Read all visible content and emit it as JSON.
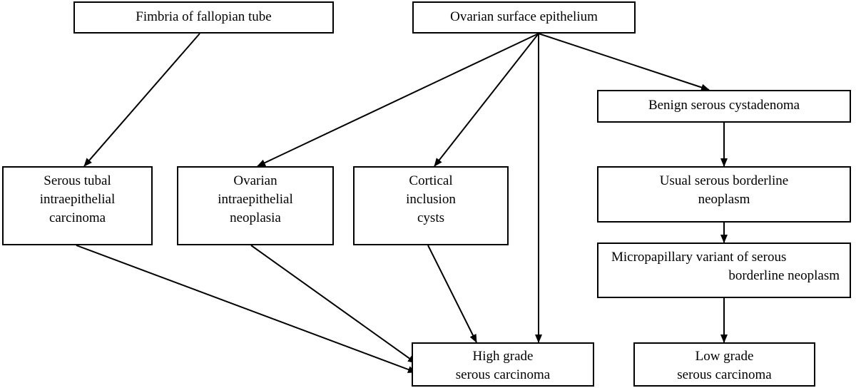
{
  "nodes": {
    "fimbria": {
      "lines": [
        "Fimbria of fallopian tube"
      ]
    },
    "ose": {
      "lines": [
        "Ovarian surface epithelium"
      ]
    },
    "stic": {
      "lines": [
        "Serous tubal",
        "intraepithelial",
        "carcinoma"
      ]
    },
    "oin": {
      "lines": [
        "Ovarian",
        "intraepithelial",
        "neoplasia"
      ]
    },
    "cic": {
      "lines": [
        "Cortical",
        "inclusion",
        "cysts"
      ]
    },
    "bsc": {
      "lines": [
        "Benign serous cystadenoma"
      ]
    },
    "usbn": {
      "lines": [
        "Usual serous borderline",
        "neoplasm"
      ]
    },
    "mpv": {
      "lines": [
        "Micropapillary variant of serous",
        "borderline neoplasm"
      ]
    },
    "hgsc": {
      "lines": [
        "High grade",
        "serous carcinoma"
      ]
    },
    "lgsc": {
      "lines": [
        "Low grade",
        "serous carcinoma"
      ]
    }
  },
  "edges": [
    {
      "from": "fimbria",
      "to": "stic"
    },
    {
      "from": "ose",
      "to": "oin"
    },
    {
      "from": "ose",
      "to": "cic"
    },
    {
      "from": "ose",
      "to": "hgsc"
    },
    {
      "from": "ose",
      "to": "bsc"
    },
    {
      "from": "bsc",
      "to": "usbn"
    },
    {
      "from": "usbn",
      "to": "mpv"
    },
    {
      "from": "mpv",
      "to": "lgsc"
    },
    {
      "from": "stic",
      "to": "hgsc"
    },
    {
      "from": "oin",
      "to": "hgsc"
    },
    {
      "from": "cic",
      "to": "hgsc"
    }
  ]
}
